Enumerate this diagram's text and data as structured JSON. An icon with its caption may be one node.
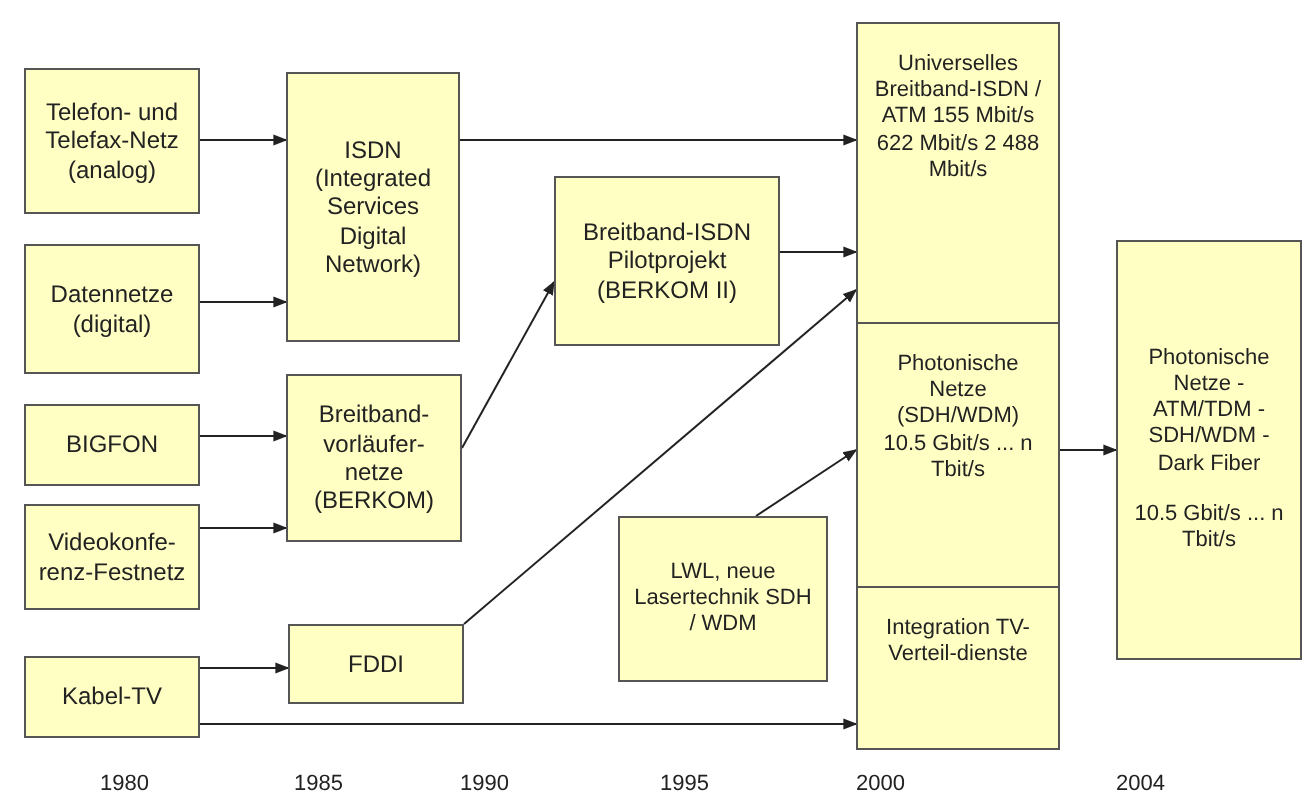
{
  "diagram": {
    "nodes": [
      {
        "text": [
          "Telefon- und Telefax-Netz (analog)"
        ]
      },
      {
        "text": [
          "Datennetze (digital)"
        ]
      },
      {
        "text": [
          "BIGFON"
        ]
      },
      {
        "text": [
          "Videokonfe-renz-Festnetz"
        ]
      },
      {
        "text": [
          "Kabel-TV"
        ]
      },
      {
        "text": [
          "ISDN (Integrated Services Digital Network)"
        ]
      },
      {
        "text": [
          "Breitband-vorläufer-netze (BERKOM)"
        ]
      },
      {
        "text": [
          "FDDI"
        ]
      },
      {
        "text": [
          "Breitband-ISDN Pilotprojekt (BERKOM II)"
        ]
      },
      {
        "text": [
          "LWL, neue Lasertechnik SDH / WDM"
        ]
      },
      {
        "text": [
          "Universelles Breitband-ISDN / ATM 155 Mbit/s 622 Mbit/s 2 488 Mbit/s"
        ]
      },
      {
        "text": [
          "Photonische Netze (SDH/WDM) 10.5 Gbit/s ... n Tbit/s"
        ]
      },
      {
        "text": [
          "Integration TV-Verteil-dienste"
        ]
      },
      {
        "text": [
          "Photonische Netze - ATM/TDM - SDH/WDM - Dark Fiber",
          "10.5 Gbit/s ... n Tbit/s"
        ]
      }
    ],
    "edges": [
      {
        "from": 0,
        "to": 5,
        "arrow": "to"
      },
      {
        "from": 1,
        "to": 5,
        "arrow": "to"
      },
      {
        "from": 2,
        "to": 6,
        "arrow": "to"
      },
      {
        "from": 3,
        "to": 6,
        "arrow": "to"
      },
      {
        "from": 4,
        "to": 7,
        "arrow": "to"
      },
      {
        "from": 4,
        "to": 12,
        "arrow": "to"
      },
      {
        "from": 5,
        "to": 10,
        "arrow": "to"
      },
      {
        "from": 6,
        "to": 8,
        "arrow": "to"
      },
      {
        "from": 8,
        "to": 10,
        "arrow": "to"
      },
      {
        "from": 7,
        "to": 10,
        "arrow": "to"
      },
      {
        "from": 9,
        "to": 11,
        "arrow": "to"
      },
      {
        "from": 11,
        "to": 13,
        "arrow": "to"
      }
    ],
    "labels": [
      "1980",
      "1985",
      "1990",
      "1995",
      "2000",
      "2004"
    ]
  }
}
